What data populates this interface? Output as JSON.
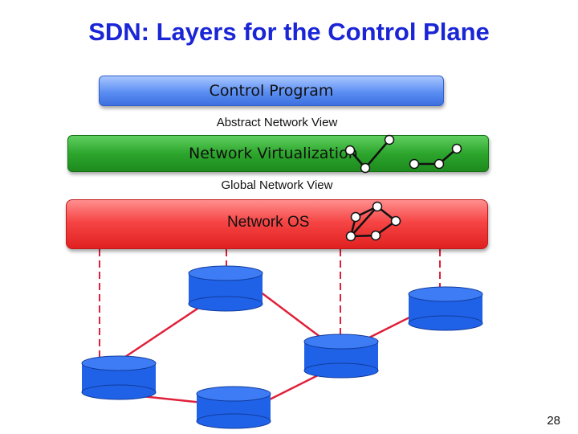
{
  "slide": {
    "title": "SDN: Layers for the Control Plane",
    "page_number": "28"
  },
  "layers": {
    "control_program": "Control Program",
    "abstract_view": "Abstract Network View",
    "network_virtualization": "Network Virtualization",
    "global_view": "Global Network View",
    "network_os": "Network OS"
  },
  "colors": {
    "title": "#1a26d6",
    "control_program": "#5b8ef2",
    "network_virtualization": "#2da62d",
    "network_os": "#f64545",
    "switch": "#1f62e8",
    "link": "#e0203a"
  }
}
